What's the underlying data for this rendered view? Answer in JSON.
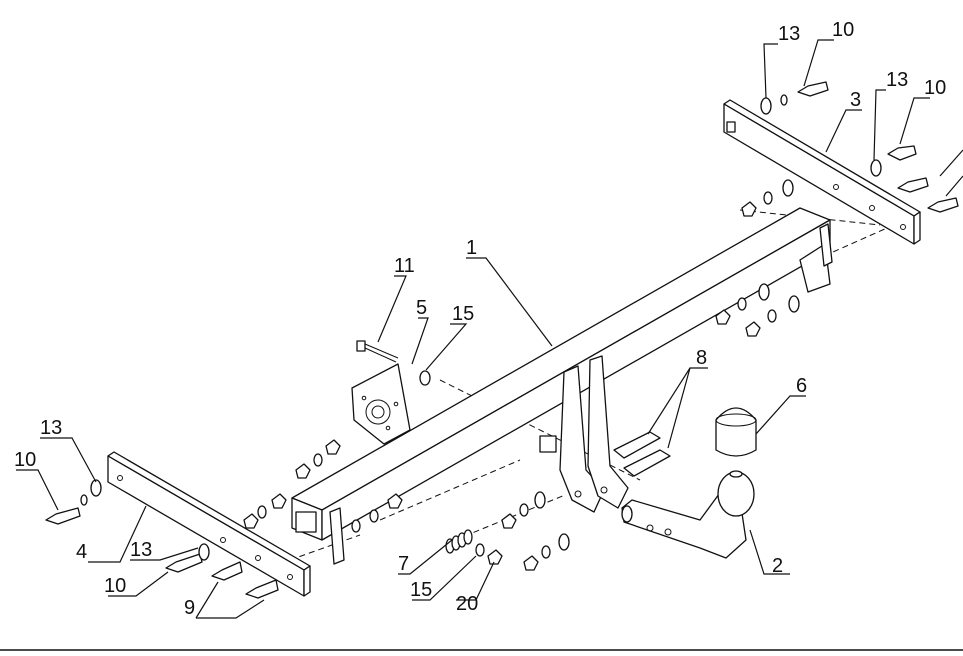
{
  "diagram": {
    "type": "exploded-assembly",
    "background": "#ffffff",
    "line_color": "#111111",
    "callouts": {
      "c1": "1",
      "c2": "2",
      "c3": "3",
      "c4": "4",
      "c5": "5",
      "c6": "6",
      "c7": "7",
      "c8": "8",
      "c9": "9",
      "c10_left": "10",
      "c10_bottom": "10",
      "c10_top": "10",
      "c10_right": "10",
      "c11": "11",
      "c13_left": "13",
      "c13_bottom": "13",
      "c13_top": "13",
      "c13_right": "13",
      "c15_top": "15",
      "c15_bottom": "15",
      "c20": "20"
    }
  }
}
